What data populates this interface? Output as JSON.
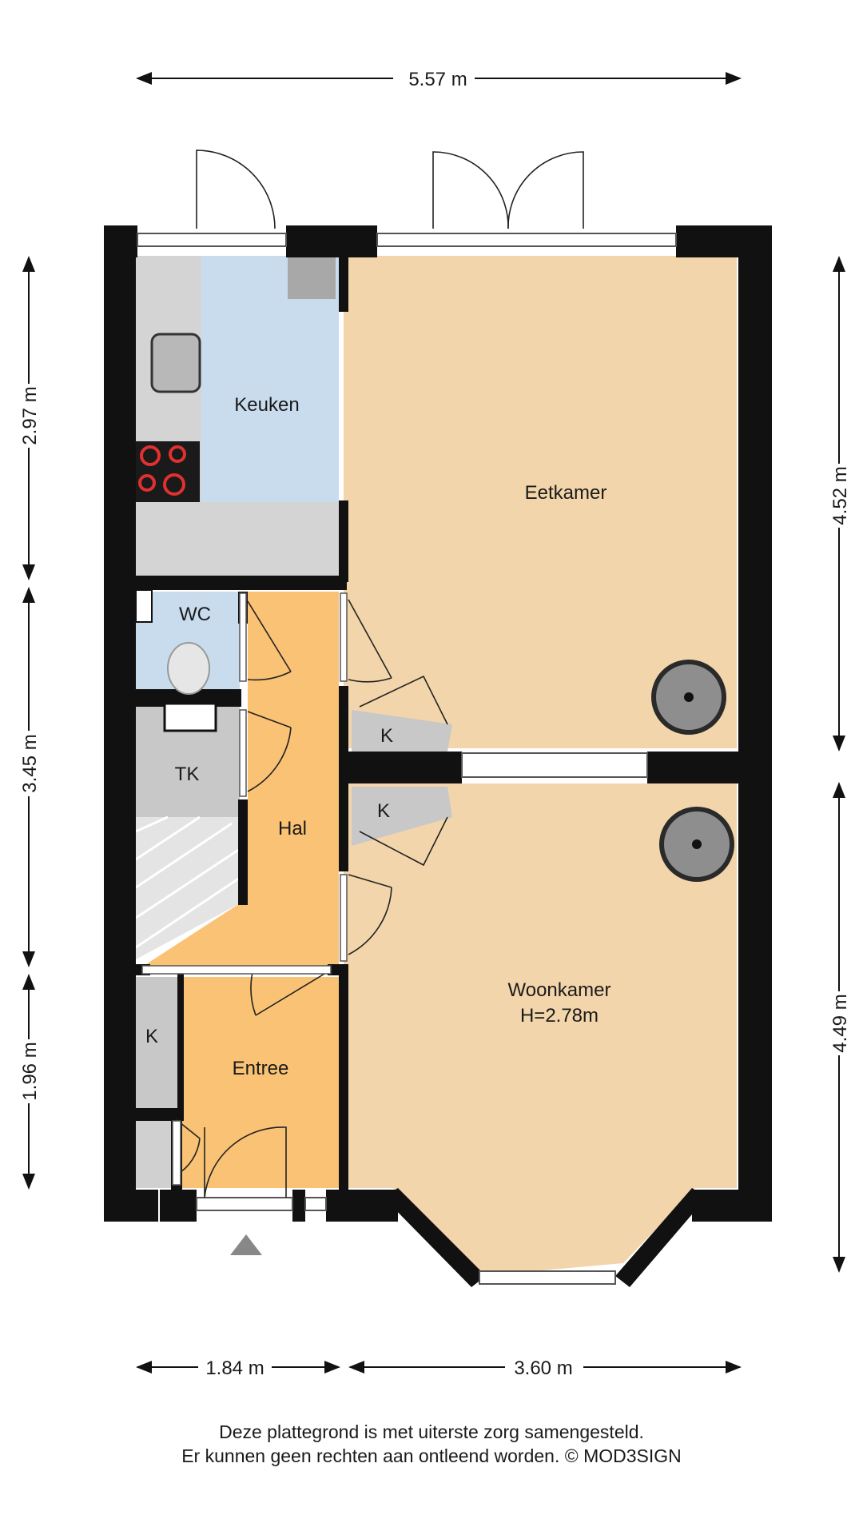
{
  "rooms": {
    "keuken": "Keuken",
    "eetkamer": "Eetkamer",
    "wc": "WC",
    "tk": "TK",
    "hal": "Hal",
    "entree": "Entree",
    "woonkamer": "Woonkamer",
    "woonkamer_height": "H=2.78m",
    "kast_1": "K",
    "kast_2": "K",
    "kast_3": "K"
  },
  "dimensions": {
    "top_width": "5.57 m",
    "left_1": "2.97 m",
    "left_2": "3.45 m",
    "left_3": "1.96 m",
    "right_1": "4.52 m",
    "right_2": "4.49 m",
    "bottom_1": "1.84 m",
    "bottom_2": "3.60 m"
  },
  "disclaimer": {
    "line1": "Deze plattegrond is met uiterste zorg samengesteld.",
    "line2": "Er kunnen geen rechten aan ontleend worden. © MOD3SIGN"
  },
  "colors": {
    "wall": "#111111",
    "living": "#f2d5aa",
    "hall": "#f9c274",
    "wet": "#c9dcee",
    "storage": "#c8c8c8",
    "counter": "#d2d2d2"
  }
}
